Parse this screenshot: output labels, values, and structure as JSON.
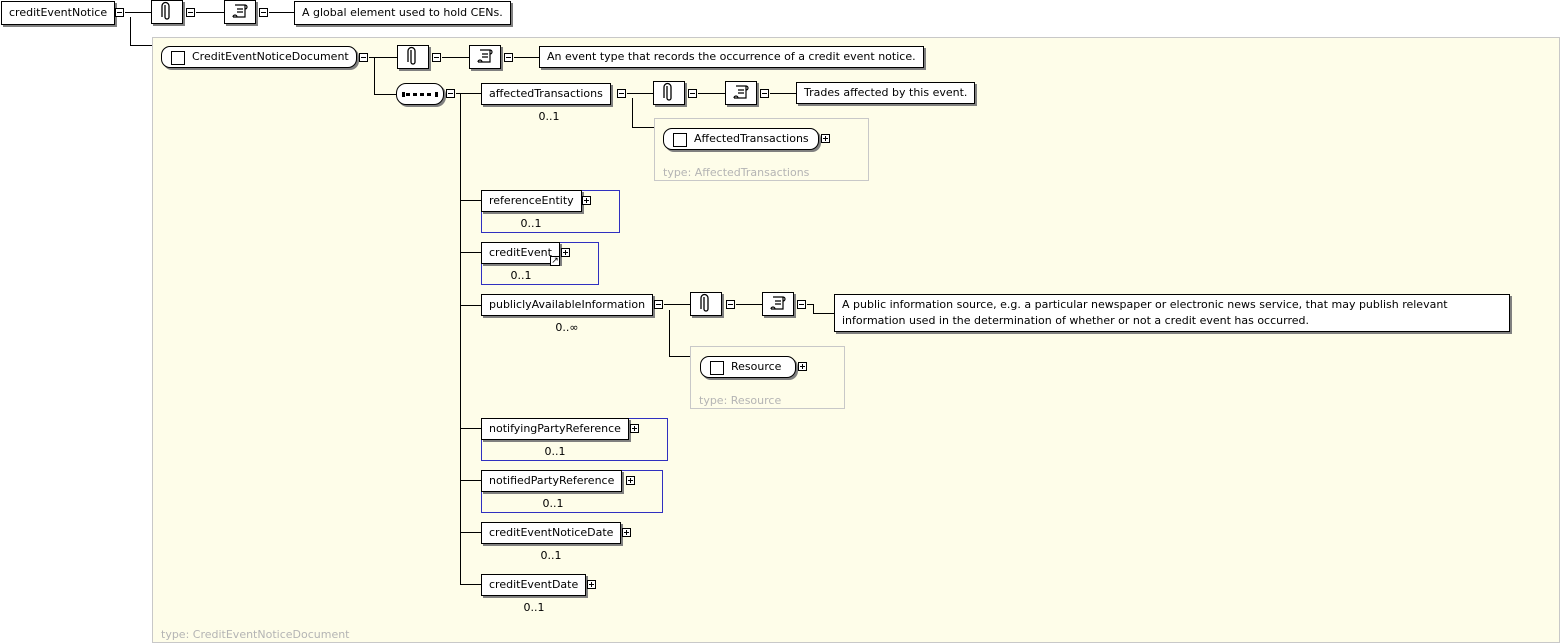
{
  "root": {
    "name": "creditEventNotice",
    "doc": "A global element used to hold CENs."
  },
  "document_type": {
    "name": "CreditEventNoticeDocument",
    "doc": "An event type that records the occurrence of a credit event notice.",
    "type_label": "type: CreditEventNoticeDocument"
  },
  "children": {
    "affectedTransactions": {
      "name": "affectedTransactions",
      "occurs": "0..1",
      "doc": "Trades affected by this event.",
      "type_name": "AffectedTransactions",
      "type_label": "type: AffectedTransactions"
    },
    "referenceEntity": {
      "name": "referenceEntity",
      "occurs": "0..1"
    },
    "creditEvent": {
      "name": "creditEvent",
      "occurs": "0..1"
    },
    "publiclyAvailableInformation": {
      "name": "publiclyAvailableInformation",
      "occurs": "0..∞",
      "doc": "A public information source, e.g. a particular newspaper or electronic news service, that may publish relevant information used in the determination of whether or not a credit event has occurred.",
      "type_name": "Resource",
      "type_label": "type: Resource"
    },
    "notifyingPartyReference": {
      "name": "notifyingPartyReference",
      "occurs": "0..1"
    },
    "notifiedPartyReference": {
      "name": "notifiedPartyReference",
      "occurs": "0..1"
    },
    "creditEventNoticeDate": {
      "name": "creditEventNoticeDate",
      "occurs": "0..1"
    },
    "creditEventDate": {
      "name": "creditEventDate",
      "occurs": "0..1"
    }
  },
  "icons": {
    "annotation": "paperclip-icon",
    "documentation": "scroll-icon",
    "sequence": "sequence-icon",
    "reference": "reference-arrow-icon",
    "type": "checkbox-icon"
  }
}
